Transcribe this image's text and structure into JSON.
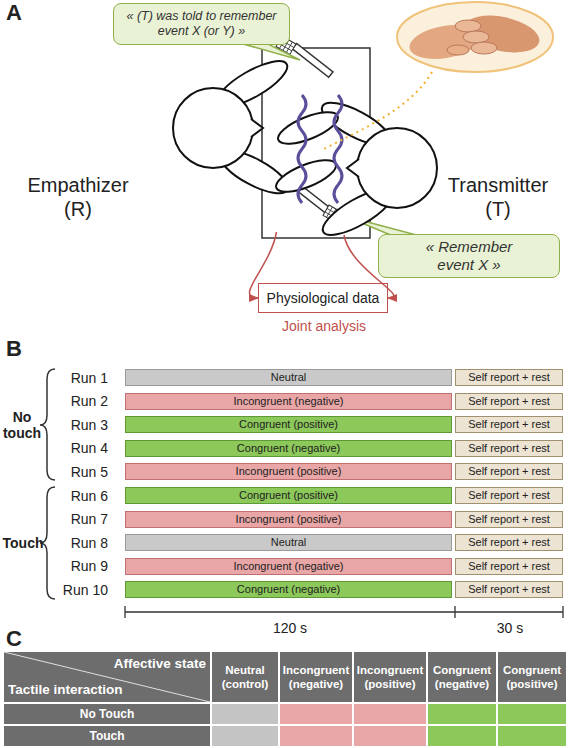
{
  "diagram": {
    "nodes": [
      {
        "text": [
          "« (T) was told to remember event X (or Y) »"
        ]
      },
      {
        "text": [
          "Empathizer (R)"
        ]
      },
      {
        "text": [
          "Transmitter (T)"
        ]
      },
      {
        "text": [
          "« Remember event X »"
        ]
      },
      {
        "text": [
          "Physiological data",
          "Joint analysis"
        ]
      },
      {
        "text": [
          "Neutral"
        ]
      },
      {
        "text": [
          "Self report + rest"
        ]
      },
      {
        "text": [
          "Incongruent (negative)"
        ]
      },
      {
        "text": [
          "Self report + rest"
        ]
      },
      {
        "text": [
          "Congruent (positive)"
        ]
      },
      {
        "text": [
          "Self report + rest"
        ]
      },
      {
        "text": [
          "Congruent (negative)"
        ]
      },
      {
        "text": [
          "Self report + rest"
        ]
      },
      {
        "text": [
          "Incongruent (positive)"
        ]
      },
      {
        "text": [
          "Self report + rest"
        ]
      },
      {
        "text": [
          "Congruent (positive)"
        ]
      },
      {
        "text": [
          "Self report + rest"
        ]
      },
      {
        "text": [
          "Incongruent (positive)"
        ]
      },
      {
        "text": [
          "Self report + rest"
        ]
      },
      {
        "text": [
          "Neutral"
        ]
      },
      {
        "text": [
          "Self report + rest"
        ]
      },
      {
        "text": [
          "Incongruent (negative)"
        ]
      },
      {
        "text": [
          "Self report + rest"
        ]
      },
      {
        "text": [
          "Congruent (negative)"
        ]
      },
      {
        "text": [
          "Self report + rest"
        ]
      }
    ],
    "edges": [
      {
        "from": 1,
        "to": 4,
        "arrow": "to"
      },
      {
        "from": 2,
        "to": 4,
        "arrow": "to"
      }
    ],
    "labels": [
      "A",
      "B",
      "Run 1",
      "Run 2",
      "Run 3",
      "Run 4",
      "Run 5",
      "Run 6",
      "Run 7",
      "Run 8",
      "Run 9",
      "Run 10",
      "No touch",
      "Touch",
      "120 s",
      "30 s",
      "C",
      "Affective state",
      "Tactile interaction",
      "Neutral (control)",
      "Incongruent (negative)",
      "Incongruent (positive)",
      "Congruent (negative)",
      "Congruent (positive)",
      "No Touch",
      "Touch"
    ]
  }
}
